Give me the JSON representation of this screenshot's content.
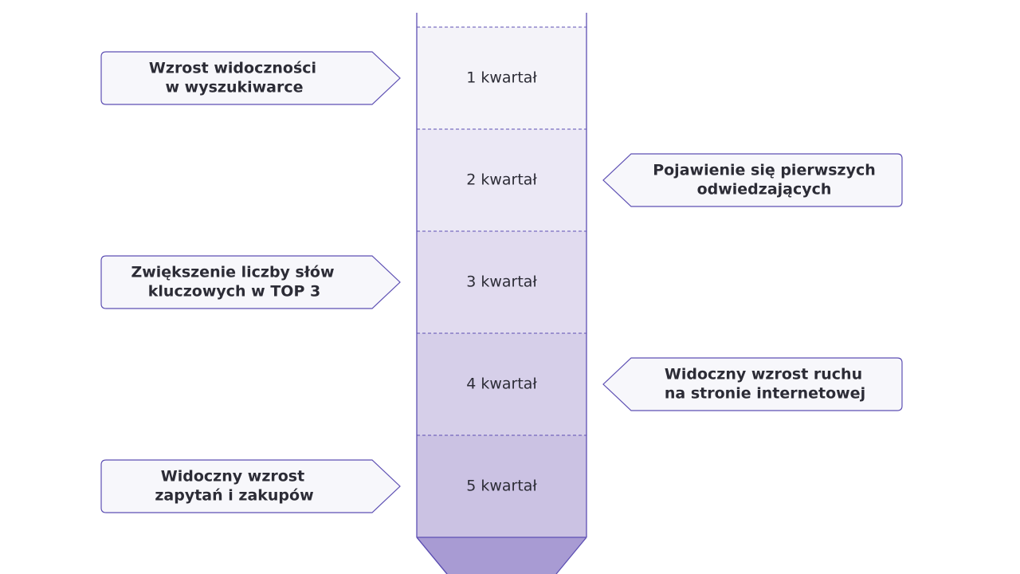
{
  "quarters": [
    "1 kwartał",
    "2 kwartał",
    "3 kwartał",
    "4 kwartał",
    "5 kwartał"
  ],
  "milestones": [
    {
      "side": "left",
      "lines": [
        "Wzrost widoczności",
        "w wyszukiwarce"
      ]
    },
    {
      "side": "right",
      "lines": [
        "Pojawienie się pierwszych",
        "odwiedzających"
      ]
    },
    {
      "side": "left",
      "lines": [
        "Zwiększenie liczby słów",
        "kluczowych w TOP 3"
      ]
    },
    {
      "side": "right",
      "lines": [
        "Widoczny wzrost ruchu",
        "na stronie internetowej"
      ]
    },
    {
      "side": "left",
      "lines": [
        "Widoczny wzrost",
        "zapytań i zakupów"
      ]
    }
  ],
  "colors": {
    "outline": "#5d4fb3",
    "segment_fills": [
      "#f4f3f9",
      "#ebe8f5",
      "#e1dbef",
      "#d6cfe9",
      "#cbc2e3"
    ],
    "arrow_tip": "#a89bd3",
    "callout_fill": "#f7f7fb",
    "text": "#2c2c36"
  }
}
